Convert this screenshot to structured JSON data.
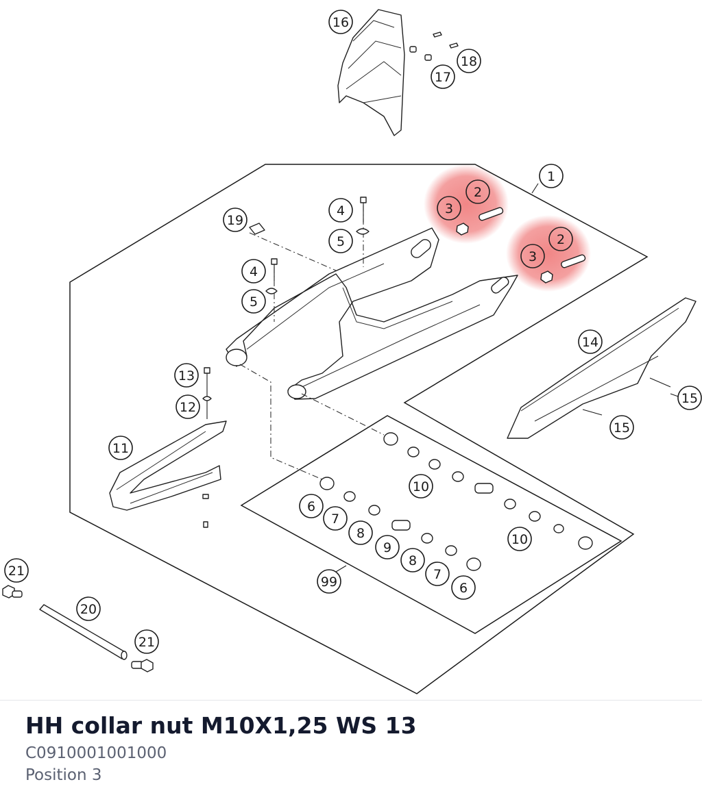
{
  "diagram": {
    "callouts": [
      {
        "id": "c16a",
        "label": "16"
      },
      {
        "id": "c18",
        "label": "18"
      },
      {
        "id": "c17",
        "label": "17"
      },
      {
        "id": "c1",
        "label": "1"
      },
      {
        "id": "c2a",
        "label": "2"
      },
      {
        "id": "c3a",
        "label": "3"
      },
      {
        "id": "c2b",
        "label": "2"
      },
      {
        "id": "c3b",
        "label": "3"
      },
      {
        "id": "c19",
        "label": "19"
      },
      {
        "id": "c4a",
        "label": "4"
      },
      {
        "id": "c5a",
        "label": "5"
      },
      {
        "id": "c4b",
        "label": "4"
      },
      {
        "id": "c5b",
        "label": "5"
      },
      {
        "id": "c14",
        "label": "14"
      },
      {
        "id": "c15a",
        "label": "15"
      },
      {
        "id": "c15b",
        "label": "15"
      },
      {
        "id": "c13",
        "label": "13"
      },
      {
        "id": "c12",
        "label": "12"
      },
      {
        "id": "c11",
        "label": "11"
      },
      {
        "id": "c10a",
        "label": "10"
      },
      {
        "id": "c6a",
        "label": "6"
      },
      {
        "id": "c7a",
        "label": "7"
      },
      {
        "id": "c8a",
        "label": "8"
      },
      {
        "id": "c9",
        "label": "9"
      },
      {
        "id": "c8b",
        "label": "8"
      },
      {
        "id": "c10b",
        "label": "10"
      },
      {
        "id": "c7b",
        "label": "7"
      },
      {
        "id": "c6b",
        "label": "6"
      },
      {
        "id": "c99",
        "label": "99"
      },
      {
        "id": "c21a",
        "label": "21"
      },
      {
        "id": "c20",
        "label": "20"
      },
      {
        "id": "c21b",
        "label": "21"
      }
    ],
    "highlight_color": "#f08080"
  },
  "part": {
    "title": "HH collar nut M10X1,25 WS 13",
    "number": "C0910001001000",
    "position": "Position 3"
  }
}
